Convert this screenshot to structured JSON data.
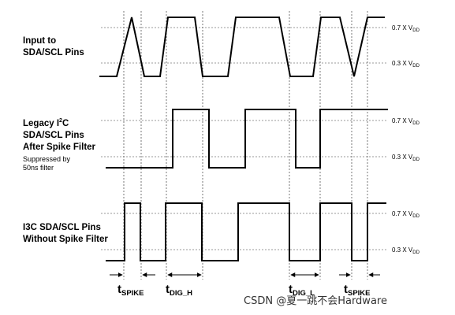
{
  "labels": {
    "input_line1": "Input to",
    "input_line2": "SDA/SCL Pins",
    "legacy_line1_prefix": "Legacy I",
    "legacy_sup": "2",
    "legacy_line1_suffix": "C",
    "legacy_line2": "SDA/SCL Pins",
    "legacy_line3": "After Spike Filter",
    "legacy_note1": "Suppressed by",
    "legacy_note2": "50ns filter",
    "i3c_line1": "I3C SDA/SCL Pins",
    "i3c_line2": "Without Spike Filter"
  },
  "thresholds": {
    "high_prefix": "0.7 X V",
    "low_prefix": "0.3 X V",
    "sub": "DD"
  },
  "timing": {
    "t": "t",
    "spike_sub": "SPIKE",
    "dig_h_sub": "DIG_H",
    "dig_l_sub": "DIG_L"
  },
  "watermark": "CSDN @夏一跳不会Hardware"
}
